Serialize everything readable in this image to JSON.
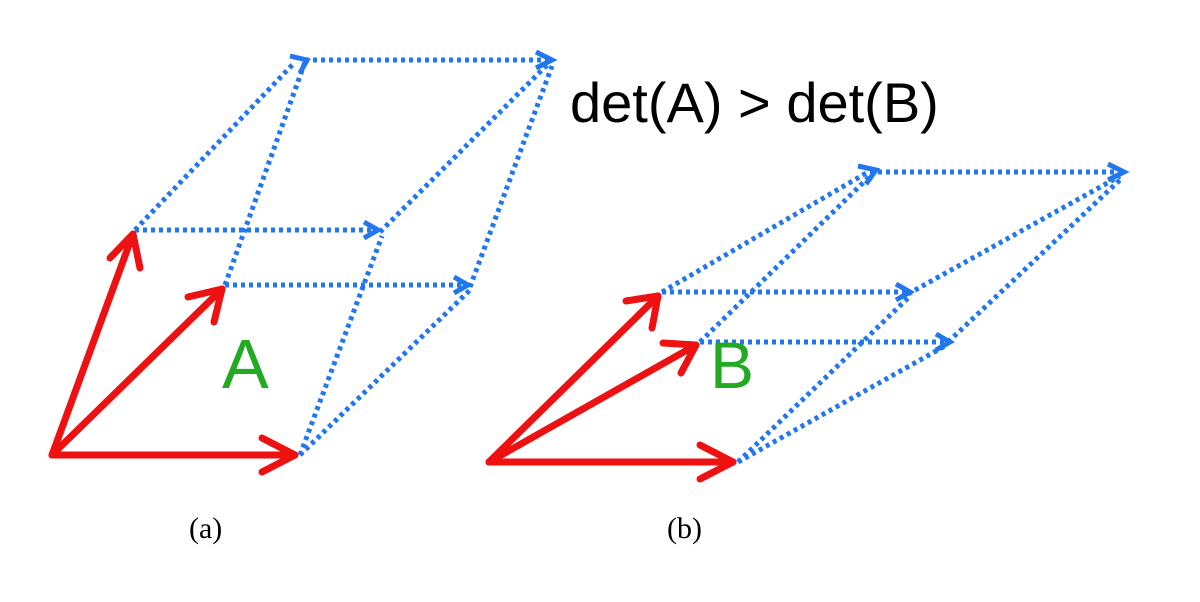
{
  "inequality": "det(A) > det(B)",
  "panel_a": {
    "shape_label": "A",
    "caption": "(a)"
  },
  "panel_b": {
    "shape_label": "B",
    "caption": "(b)"
  },
  "colors": {
    "basis_vector": "#ee1111",
    "edge": "#2277ee",
    "label": "#22aa22",
    "text": "#000000"
  }
}
